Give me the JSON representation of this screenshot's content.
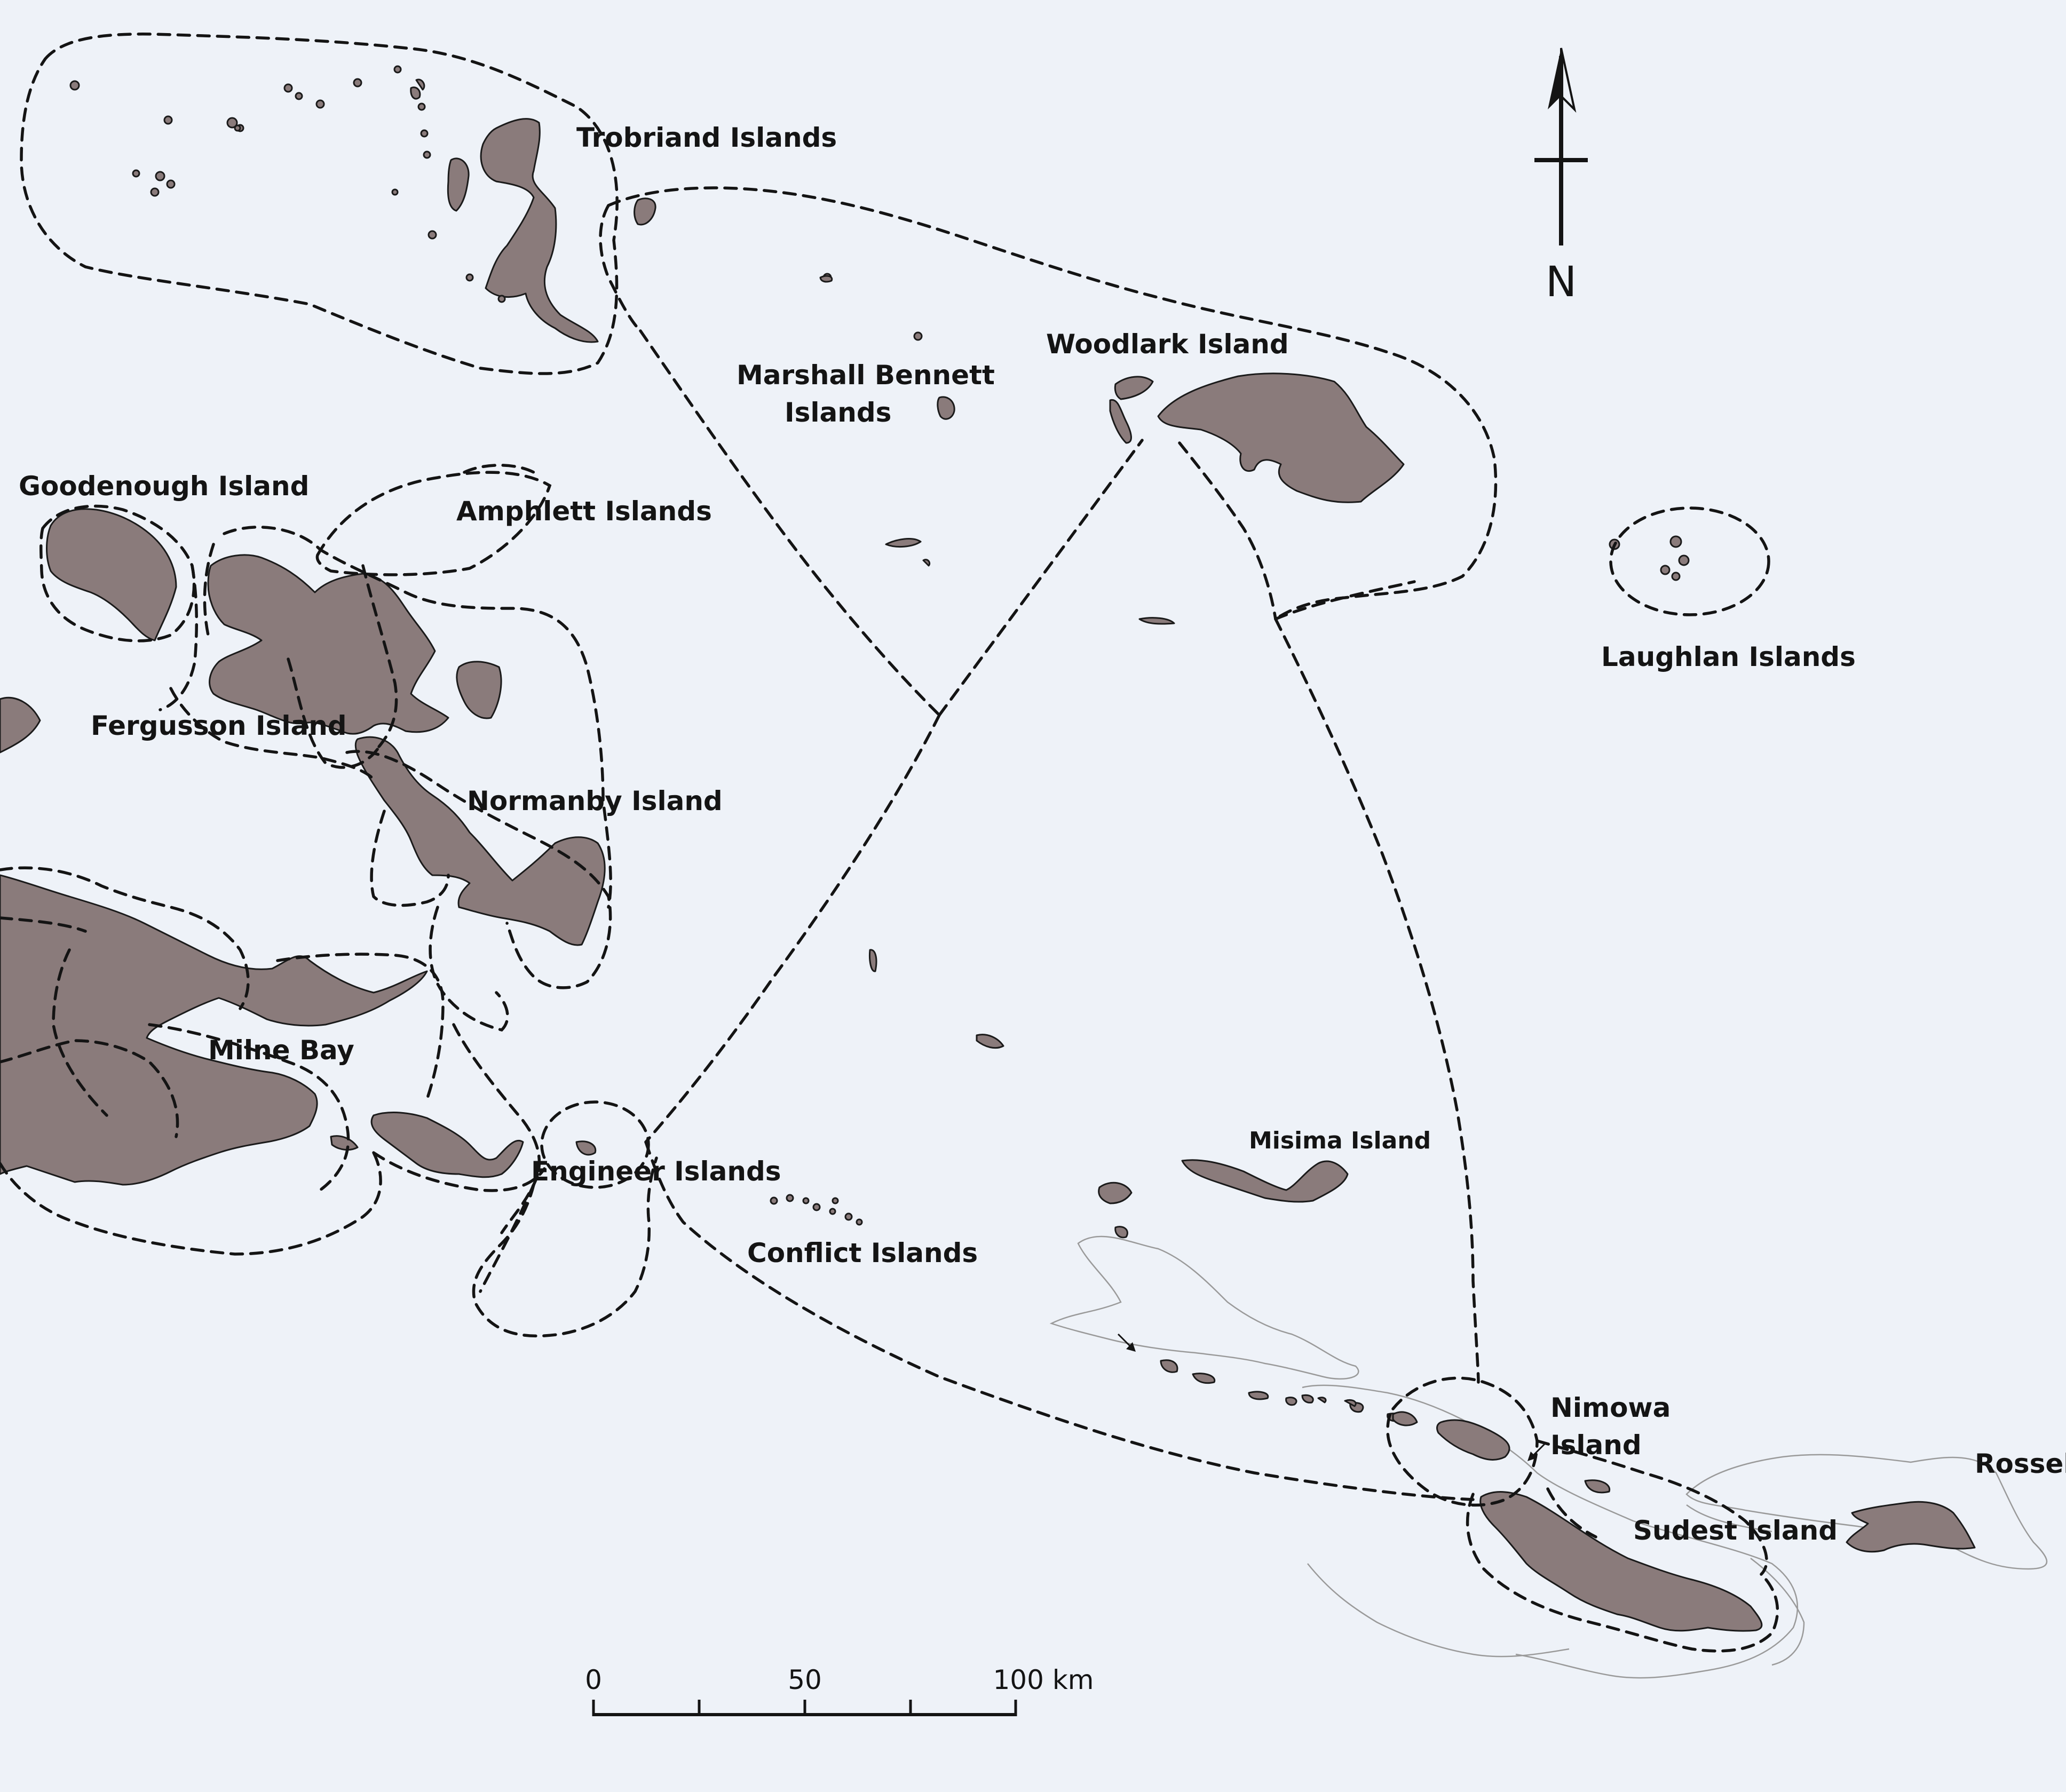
{
  "labels": {
    "trobriand": "Trobriand Islands",
    "woodlark": "Woodlark Island",
    "marshall_bennett": [
      "Marshall Bennett",
      "Islands"
    ],
    "goodenough": "Goodenough Island",
    "amphlett": "Amphlett Islands",
    "laughlan": "Laughlan Islands",
    "fergusson": "Fergusson Island",
    "normanby": "Normanby Island",
    "milne_bay": "Milne Bay",
    "engineer": "Engineer Islands",
    "misima": "Misima Island",
    "conflict": "Conflict Islands",
    "nimowa": [
      "Nimowa",
      "Island"
    ],
    "rossel": "Rossel",
    "sudest": "Sudest Island"
  },
  "north_arrow": {
    "letter": "N"
  },
  "scale_bar": {
    "ticks": [
      "0",
      "50",
      "100 km"
    ]
  },
  "colors": {
    "land": "#8a7b7b",
    "sea": "#eef2f8",
    "boundary": "#141414",
    "reef": "#9a9a9a"
  }
}
